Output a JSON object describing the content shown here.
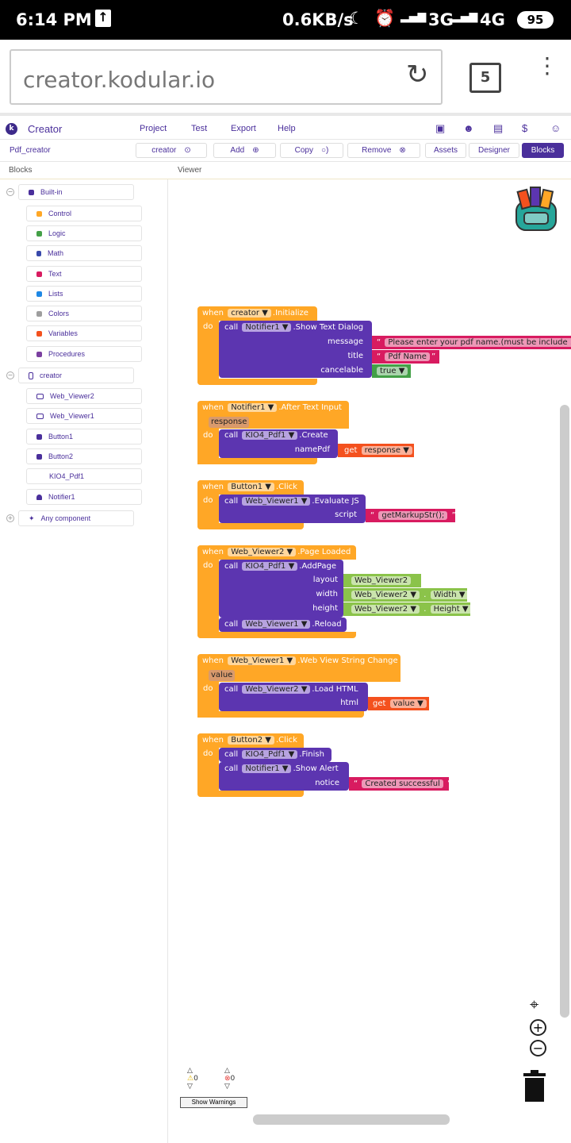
{
  "status": {
    "time": "6:14 PM",
    "speed": "0.6KB/s",
    "net1": "3G",
    "net2": "4G",
    "battery": "95"
  },
  "browser": {
    "url": "creator.kodular.io",
    "tabs": "5"
  },
  "app": {
    "title": "Creator",
    "menu": [
      "Project",
      "Test",
      "Export",
      "Help"
    ],
    "project": "Pdf_creator",
    "toolbar": {
      "screen": "creator",
      "add": "Add",
      "copy": "Copy",
      "remove": "Remove",
      "assets": "Assets",
      "designer": "Designer",
      "blocks": "Blocks"
    },
    "blocks_header": "Blocks",
    "viewer_header": "Viewer"
  },
  "sidebar": {
    "builtin": "Built-in",
    "builtin_items": [
      "Control",
      "Logic",
      "Math",
      "Text",
      "Lists",
      "Colors",
      "Variables",
      "Procedures"
    ],
    "screen": "creator",
    "components": [
      "Web_Viewer2",
      "Web_Viewer1",
      "Button1",
      "Button2",
      "KIO4_Pdf1",
      "Notifier1"
    ],
    "any": "Any component"
  },
  "blocks": {
    "when": "when",
    "do": "do",
    "call": "call",
    "get": "get",
    "q": "“",
    "qe": "”",
    "b1": {
      "comp": "creator",
      "event": ".Initialize",
      "ccomp": "Notifier1",
      "method": ".Show Text Dialog",
      "p1": "message",
      "v1": "Please enter your pdf name.(must be include .pdf",
      "p2": "title",
      "v2": "Pdf Name",
      "p3": "cancelable",
      "v3": "true"
    },
    "b2": {
      "comp": "Notifier1",
      "event": ".After Text Input",
      "param": "response",
      "ccomp": "KIO4_Pdf1",
      "method": ".Create",
      "p1": "namePdf",
      "v1": "response"
    },
    "b3": {
      "comp": "Button1",
      "event": ".Click",
      "ccomp": "Web_Viewer1",
      "method": ".Evaluate JS",
      "p1": "script",
      "v1": "getMarkupStr();"
    },
    "b4": {
      "comp": "Web_Viewer2",
      "event": ".Page Loaded",
      "ccomp": "KIO4_Pdf1",
      "method": ".AddPage",
      "p1": "layout",
      "v1": "Web_Viewer2",
      "p2": "width",
      "v2": "Web_Viewer2",
      "v2b": "Width",
      "p3": "height",
      "v3": "Web_Viewer2",
      "v3b": "Height",
      "ccomp2": "Web_Viewer1",
      "method2": ".Reload"
    },
    "b5": {
      "comp": "Web_Viewer1",
      "event": ".Web View String Change",
      "param": "value",
      "ccomp": "Web_Viewer2",
      "method": ".Load HTML",
      "p1": "html",
      "v1": "value"
    },
    "b6": {
      "comp": "Button2",
      "event": ".Click",
      "ccomp": "KIO4_Pdf1",
      "method": ".Finish",
      "ccomp2": "Notifier1",
      "method2": ".Show Alert",
      "p1": "notice",
      "v1": "Created successful"
    }
  },
  "warnings": {
    "warn_count": "0",
    "err_count": "0",
    "button": "Show Warnings"
  }
}
